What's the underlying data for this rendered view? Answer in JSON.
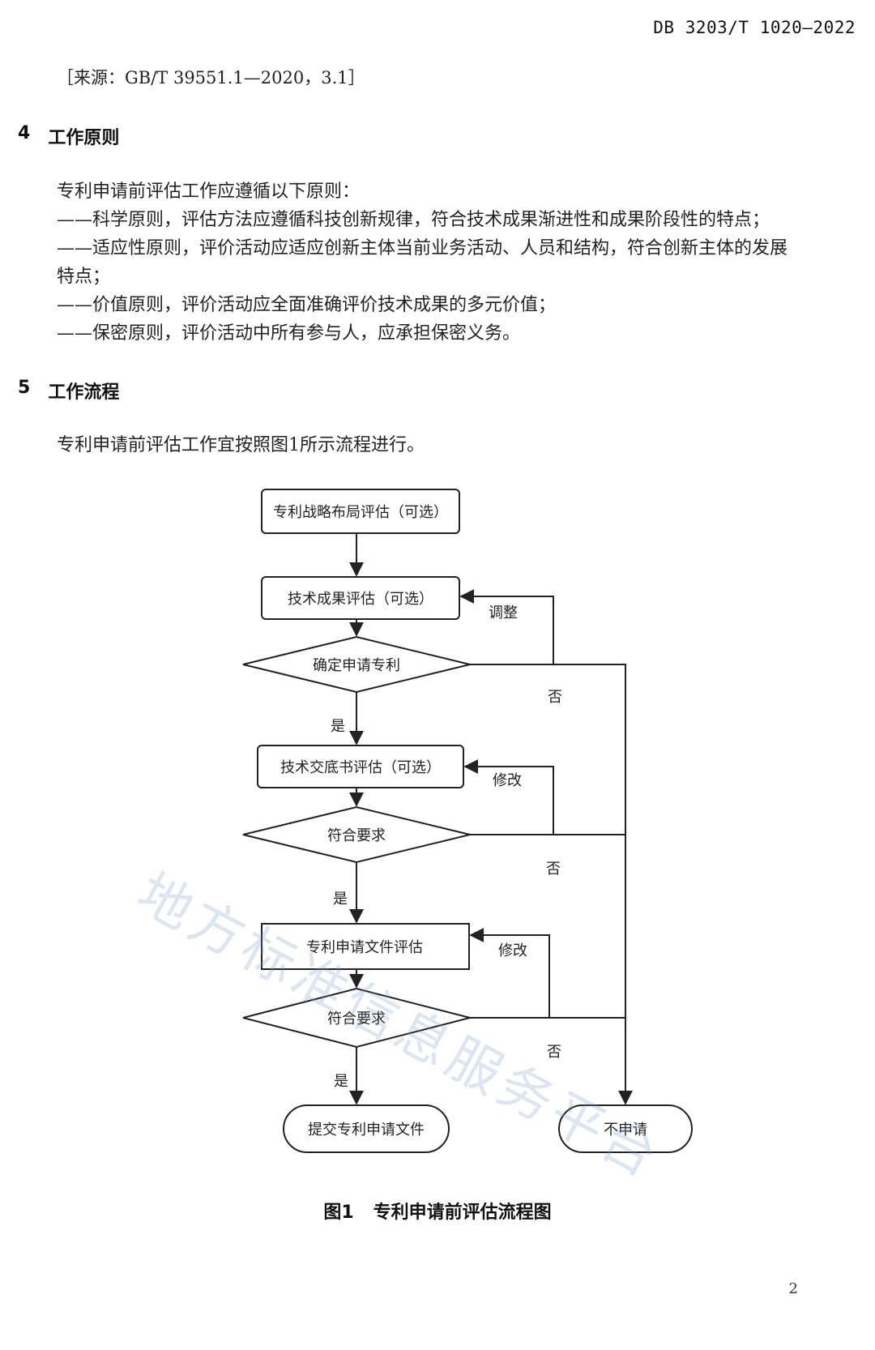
{
  "header": {
    "doc_number": "DB 3203/T 1020—2022"
  },
  "source_ref": "［来源：GB/T 39551.1—2020，3.1］",
  "section4": {
    "number": "4",
    "title": "工作原则",
    "intro": "专利申请前评估工作应遵循以下原则：",
    "bullets": [
      "——科学原则，评估方法应遵循科技创新规律，符合技术成果渐进性和成果阶段性的特点；",
      "——适应性原则，评价活动应适应创新主体当前业务活动、人员和结构，符合创新主体的发展",
      "特点；",
      "——价值原则，评价活动应全面准确评价技术成果的多元价值；",
      "——保密原则，评价活动中所有参与人，应承担保密义务。"
    ]
  },
  "section5": {
    "number": "5",
    "title": "工作流程",
    "intro": "专利申请前评估工作宜按照图1所示流程进行。"
  },
  "flowchart": {
    "nodes": {
      "strategy": "专利战略布局评估（可选）",
      "tech_result": "技术成果评估（可选）",
      "decide_patent": "确定申请专利",
      "disclosure": "技术交底书评估（可选）",
      "meets1": "符合要求",
      "app_docs": "专利申请文件评估",
      "meets2": "符合要求",
      "submit": "提交专利申请文件",
      "no_apply": "不申请"
    },
    "labels": {
      "adjust": "调整",
      "no1": "否",
      "yes1": "是",
      "modify1": "修改",
      "no2": "否",
      "yes2": "是",
      "modify2": "修改",
      "no3": "否",
      "yes3": "是"
    }
  },
  "figure_caption": {
    "number": "图1",
    "title": "专利申请前评估流程图"
  },
  "page_number": "2",
  "watermark": "地方标准信息服务平台"
}
